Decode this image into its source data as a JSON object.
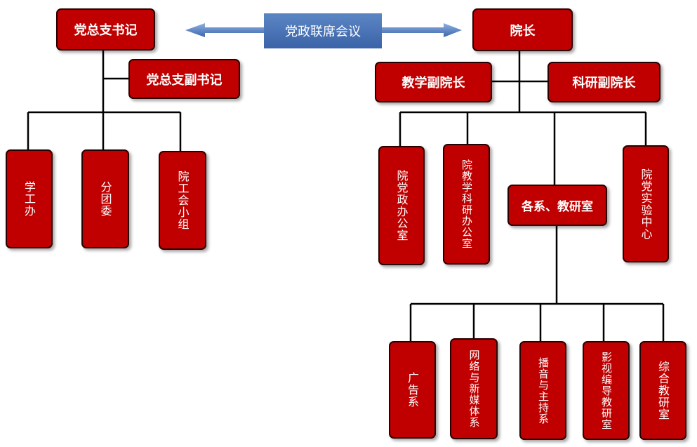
{
  "colors": {
    "box_fill": "#c00000",
    "box_border": "#2a0000",
    "arrow": "#4a78b8",
    "meeting_fill": "#4a74b6",
    "line": "#000000"
  },
  "meeting": {
    "label": "党政联席会议"
  },
  "party": {
    "secretary": "党总支书记",
    "deputy": "党总支副书记",
    "units": [
      "学工办",
      "分团委",
      "院工会小组"
    ]
  },
  "admin": {
    "dean": "院长",
    "vice_teaching": "教学副院长",
    "vice_research": "科研副院长",
    "offices": [
      "院党政办公室",
      "院教学科研办公室",
      "各系、教研室",
      "院党实验中心"
    ],
    "departments": [
      "广告系",
      "网络与新媒体系",
      "播音与主持系",
      "影视编导教研室",
      "综合教研室"
    ]
  }
}
